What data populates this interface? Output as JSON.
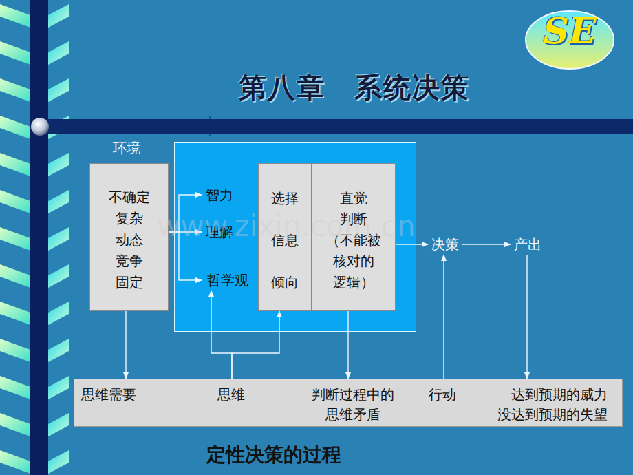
{
  "diagram": {
    "title": "第八章　系统决策",
    "caption": "定性决策的过程",
    "nodes": [
      {
        "text": [
          "环境",
          "不确定 复杂 动态 竞争 固定"
        ]
      },
      {
        "text": []
      },
      {
        "text": [
          "智力"
        ],
        "in": 1
      },
      {
        "text": [
          "理解"
        ],
        "in": 1
      },
      {
        "text": [
          "哲学观"
        ],
        "in": 1
      },
      {
        "text": [
          "选择 信息 倾向"
        ],
        "in": 1
      },
      {
        "text": [
          "直觉 判断 （不能被 核对的 逻辑）"
        ],
        "in": 1
      },
      {
        "text": [
          "决策"
        ]
      },
      {
        "text": [
          "产出"
        ]
      },
      {
        "text": [
          "思维需要",
          "思维",
          "判断过程中的 思维矛盾",
          "行动",
          "达到预期的威力 没达到预期的失望"
        ]
      }
    ],
    "edges": [
      {
        "from": 0,
        "to": 2,
        "arrow": "to"
      },
      {
        "from": 0,
        "to": 3,
        "arrow": "to"
      },
      {
        "from": 0,
        "to": 4,
        "arrow": "to"
      },
      {
        "from": 6,
        "to": 7,
        "arrow": "to"
      },
      {
        "from": 7,
        "to": 8,
        "arrow": "to"
      },
      {
        "from": 0,
        "to": 9,
        "arrow": "to"
      },
      {
        "from": 9,
        "to": 4,
        "arrow": "to"
      },
      {
        "from": 9,
        "to": 5,
        "arrow": "to"
      },
      {
        "from": 6,
        "to": 9,
        "arrow": "to"
      },
      {
        "from": 9,
        "to": 7,
        "arrow": "to"
      },
      {
        "from": 8,
        "to": 9,
        "arrow": "to"
      }
    ],
    "labels": [
      "SE",
      "www.zixin.com.cn"
    ]
  }
}
